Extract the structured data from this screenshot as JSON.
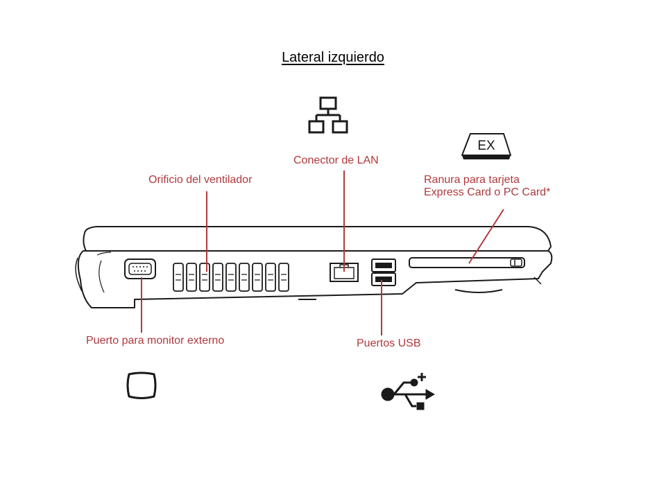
{
  "title": "Lateral izquierdo",
  "labels": {
    "fan": "Orificio del ventilador",
    "lan": "Conector de LAN",
    "card_line1": "Ranura para tarjeta",
    "card_line2": "Express Card o PC Card*",
    "monitor": "Puerto para monitor externo",
    "usb": "Puertos USB"
  },
  "icons": {
    "lan": "network-icon",
    "card": "express-card-icon",
    "card_text": "EX",
    "monitor": "monitor-icon",
    "usb": "usb-icon"
  },
  "colors": {
    "callout": "#b0383c",
    "outline": "#1a1a1a"
  }
}
